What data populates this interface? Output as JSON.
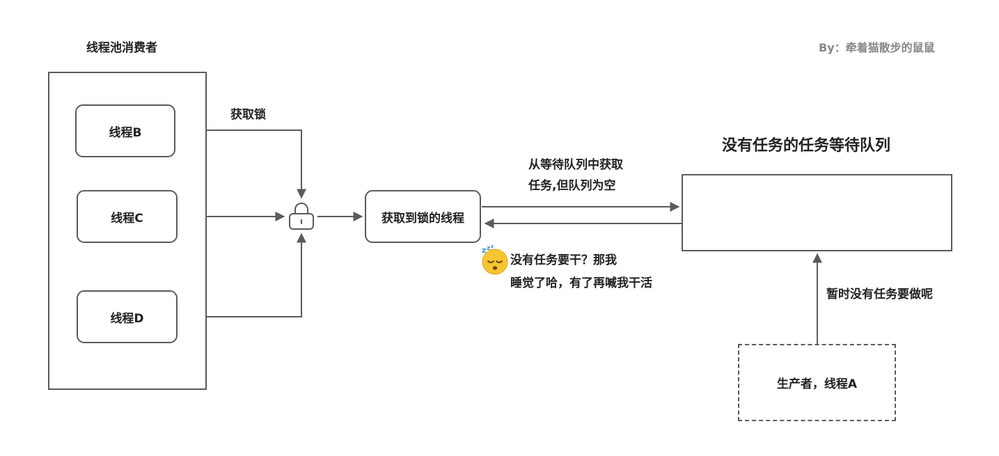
{
  "pool": {
    "title": "线程池消费者",
    "threads": [
      "线程B",
      "线程C",
      "线程D"
    ]
  },
  "author": "By：牵着猫散步的鼠鼠",
  "lock_label": "获取锁",
  "lock_icon": "lock-icon",
  "winner_thread": "获取到锁的线程",
  "queue": {
    "title": "没有任务的任务等待队列"
  },
  "fetch_note": {
    "line1": "从等待队列中获取",
    "line2": "任务,但队列为空"
  },
  "sleep_note": {
    "icon": "sleeping-face-icon",
    "line1": "没有任务要干？那我",
    "line2": "睡觉了哈，有了再喊我干活"
  },
  "producer": {
    "label": "生产者，线程A",
    "note": "暂时没有任务要做呢"
  },
  "colors": {
    "stroke": "#5a5a5a",
    "author_text": "#888888",
    "emoji_face": "#f7c531",
    "emoji_zzz": "#3d8fd6"
  }
}
